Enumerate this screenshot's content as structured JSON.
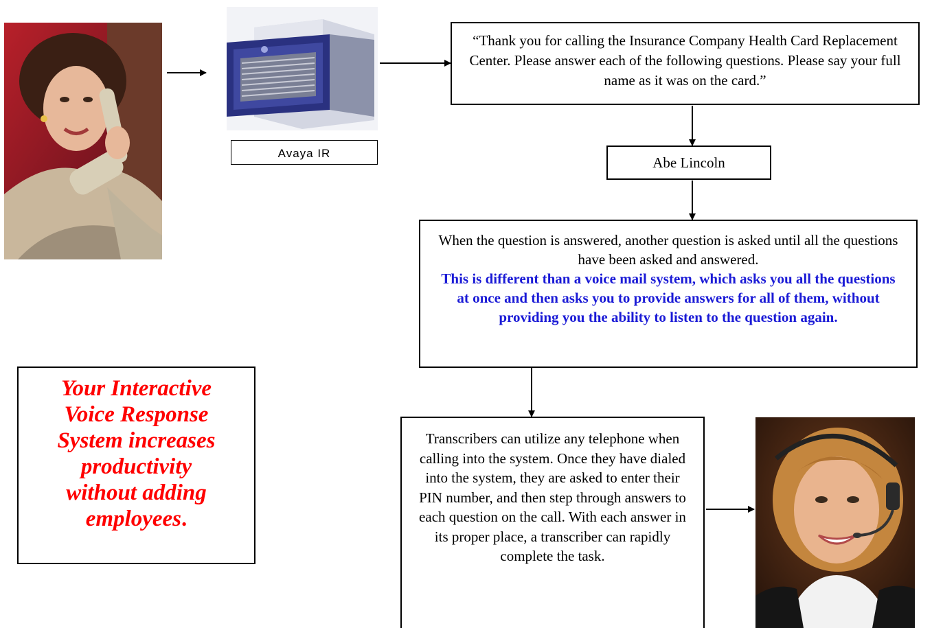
{
  "caller_photo": {
    "icon": "woman-on-telephone-photo"
  },
  "server_image": {
    "icon": "ivr-server-hardware"
  },
  "server_label": "Avaya IR",
  "greeting_box": {
    "text": "“Thank you for calling the Insurance Company Health Card Replacement Center.  Please answer each of the following questions. Please say your full name as it was on the card.”"
  },
  "answer_box": {
    "text": "Abe Lincoln"
  },
  "sequence_box": {
    "text": "When the question is answered, another question is asked until all the questions have been asked and answered.",
    "highlight": "This is different than a voice mail system, which asks you all the questions at once and then asks you to provide answers for all of them, without providing you the ability to listen to the question again.",
    "highlight_color": "#1a1ad6"
  },
  "callout_box": {
    "line1": "Your Interactive",
    "line2": "Voice Response",
    "line3": "System increases",
    "line4": "productivity",
    "line5": "without adding",
    "line6": "employees",
    "punct": ".",
    "color": "#ff0000"
  },
  "transcriber_box": {
    "text": "Transcribers can utilize any telephone when calling into the system.  Once they have dialed into the system, they are asked to enter their PIN number, and then step through answers to each question on the call.  With each answer in its proper place, a transcriber can rapidly complete the task."
  },
  "transcriber_photo": {
    "icon": "woman-with-headset-photo"
  }
}
